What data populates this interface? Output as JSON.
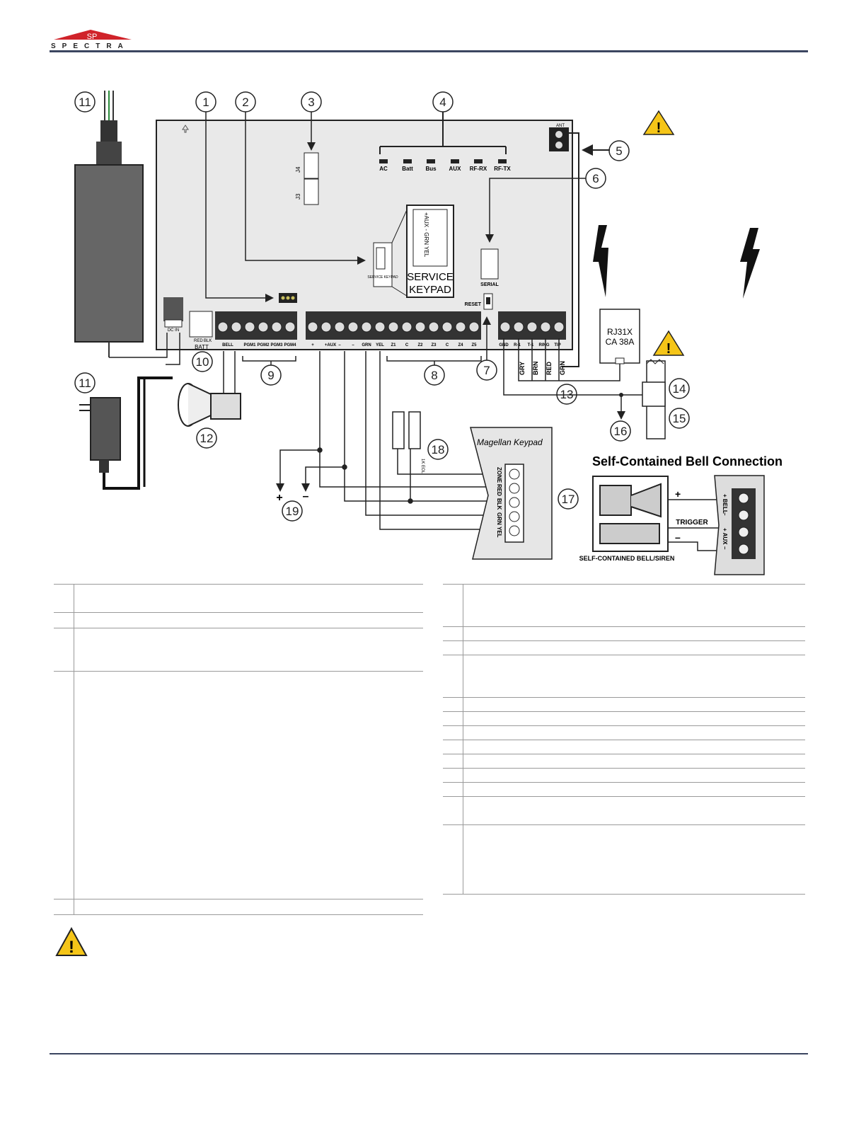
{
  "brand": {
    "logo_text": "SPECTRA",
    "logo_mark": "SP"
  },
  "diagram": {
    "callouts": [
      "1",
      "2",
      "3",
      "4",
      "5",
      "6",
      "7",
      "8",
      "9",
      "10",
      "11",
      "12",
      "13",
      "14",
      "15",
      "16",
      "17",
      "18",
      "19"
    ],
    "leds": [
      "AC",
      "Batt",
      "Bus",
      "AUX",
      "RF-RX",
      "RF-TX"
    ],
    "connectors": {
      "j4": "J4",
      "j3": "J3",
      "ant": "ANT",
      "serial": "SERIAL",
      "reset": "RESET",
      "service_small": "SERVICE KEYPAD"
    },
    "service_keypad": {
      "line1": "SERVICE",
      "line2": "KEYPAD",
      "pins": "+AUX -  GRN  YEL"
    },
    "terminals_top": [
      "BELL",
      "PGM1",
      "PGM2",
      "PGM3",
      "PGM4",
      "+",
      "+AUX",
      "–",
      "–",
      "GRN",
      "YEL",
      "Z1",
      "C",
      "Z2",
      "Z3",
      "C",
      "Z4",
      "Z5",
      "GND",
      "R-1",
      "T-1",
      "RING",
      "TIP"
    ],
    "power": {
      "dc_in": "DC IN",
      "batt": "BATT",
      "red": "RED",
      "blk": "BLK"
    },
    "phone": {
      "jack": "RJ31X",
      "jack2": "CA 38A",
      "wires": [
        "GRY",
        "BRN",
        "RED",
        "GRN"
      ]
    },
    "keypad": {
      "title": "Magellan  Keypad",
      "pins": [
        "ZONE",
        "RED",
        "BLK",
        "GRN",
        "YEL"
      ],
      "eol": "1K EOL"
    },
    "polarity": {
      "plus": "+",
      "minus": "–"
    },
    "bell_section": {
      "title": "Self-Contained Bell Connection",
      "trigger": "TRIGGER",
      "device": "SELF-CONTAINED BELL/SIREN",
      "plus": "+",
      "minus": "–",
      "terminals": [
        "+ BELL",
        "–",
        "+ AUX",
        "–"
      ]
    }
  },
  "colors": {
    "accent": "#3b4560",
    "warning": "#f5c518",
    "board": "#e9e9e9",
    "red_logo": "#d0232a"
  }
}
